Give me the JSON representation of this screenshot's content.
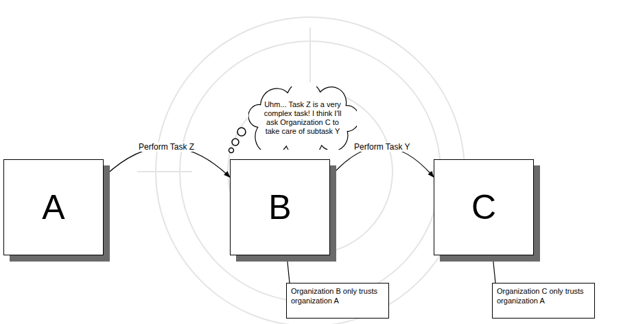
{
  "diagram": {
    "nodes": [
      {
        "text": [
          "Uhm... Task Z is a very complex task! I think I'll ask Organization C to take care of subtask Y"
        ]
      },
      {
        "text": [
          "A"
        ]
      },
      {
        "text": [
          "B"
        ]
      },
      {
        "text": [
          "C"
        ]
      },
      {
        "text": [
          "Organization B only trusts organization A"
        ]
      },
      {
        "text": [
          "Organization C only trusts organization A"
        ]
      }
    ],
    "edges": [
      {
        "from": 1,
        "to": 2,
        "label": "Perform Task Z",
        "arrow": "to"
      },
      {
        "from": 2,
        "to": 3,
        "label": "Perform Task Y",
        "arrow": "to"
      },
      {
        "from": 4,
        "to": 2,
        "arrow": "none"
      },
      {
        "from": 5,
        "to": 3,
        "arrow": "none"
      }
    ]
  }
}
